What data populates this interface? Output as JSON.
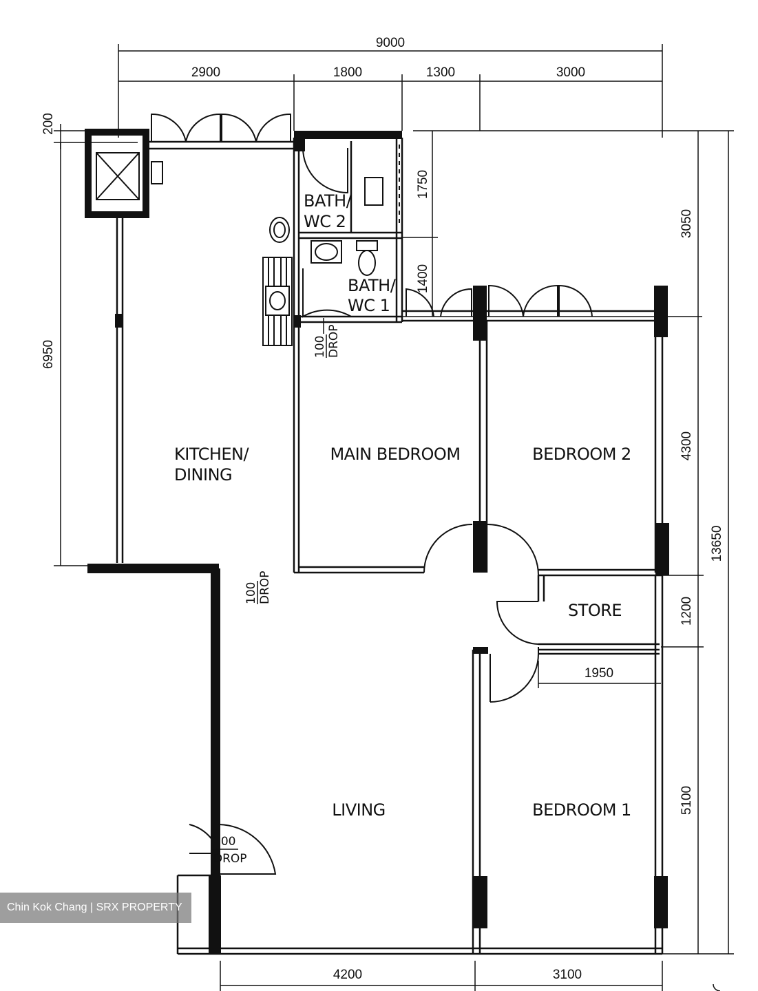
{
  "dimensions": {
    "total_width": "9000",
    "top_segments": [
      "2900",
      "1800",
      "1300",
      "3000"
    ],
    "top_offset": "200",
    "kitchen_depth": "6950",
    "bath_upper": "1750",
    "bath_lower": "1400",
    "right_upper": "3050",
    "right_bedroom2": "4300",
    "total_depth": "13650",
    "store_depth": "1200",
    "store_width": "1950",
    "bedroom1_depth": "5100",
    "bottom_segments": [
      "4200",
      "3100"
    ]
  },
  "rooms": {
    "kitchen_line1": "KITCHEN/",
    "kitchen_line2": "DINING",
    "main_bedroom": "MAIN BEDROOM",
    "bedroom2": "BEDROOM 2",
    "store": "STORE",
    "living": "LIVING",
    "bedroom1": "BEDROOM 1",
    "bath2_line1": "BATH/",
    "bath2_line2": "WC 2",
    "bath1_line1": "BATH/",
    "bath1_line2": "WC 1"
  },
  "drops": {
    "value": "100",
    "label": "DROP"
  },
  "watermark": "Chin Kok Chang | SRX PROPERTY"
}
